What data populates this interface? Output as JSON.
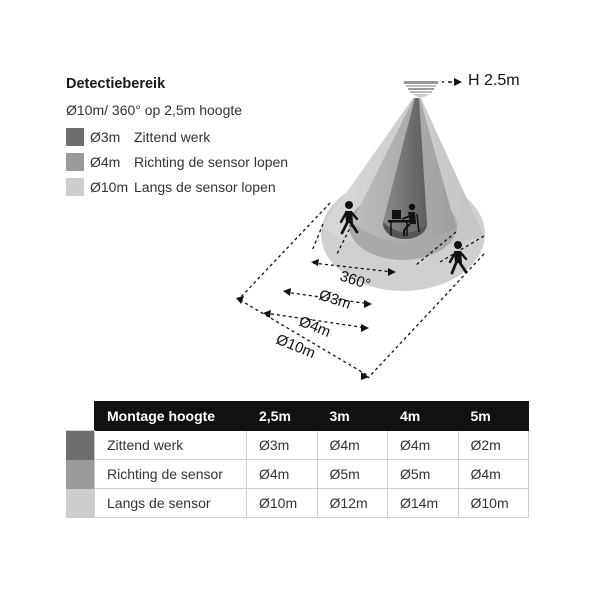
{
  "legend": {
    "title": "Detectiebereik",
    "subtitle": "Ø10m/ 360° op 2,5m hoogte",
    "items": [
      {
        "diameter": "Ø3m",
        "label": "Zittend werk",
        "color": "#6e6e6e"
      },
      {
        "diameter": "Ø4m",
        "label": "Richting de sensor lopen",
        "color": "#9a9a9a"
      },
      {
        "diameter": "Ø10m",
        "label": "Langs de sensor lopen",
        "color": "#cdcdcd"
      }
    ]
  },
  "sensor": {
    "height_label": "H 2.5m"
  },
  "dimensions": {
    "angle": "360°",
    "d1": "Ø3m",
    "d2": "Ø4m",
    "d3": "Ø10m"
  },
  "table": {
    "header": [
      "Montage hoogte",
      "2,5m",
      "3m",
      "4m",
      "5m"
    ],
    "rows": [
      {
        "color": "#6e6e6e",
        "label": "Zittend werk",
        "values": [
          "Ø3m",
          "Ø4m",
          "Ø4m",
          "Ø2m"
        ]
      },
      {
        "color": "#9a9a9a",
        "label": "Richting de sensor",
        "values": [
          "Ø4m",
          "Ø5m",
          "Ø5m",
          "Ø4m"
        ]
      },
      {
        "color": "#cdcdcd",
        "label": "Langs de sensor",
        "values": [
          "Ø10m",
          "Ø12m",
          "Ø14m",
          "Ø10m"
        ]
      }
    ]
  },
  "colors": {
    "dark": "#6e6e6e",
    "mid": "#9a9a9a",
    "light": "#cdcdcd",
    "header": "#111111"
  }
}
